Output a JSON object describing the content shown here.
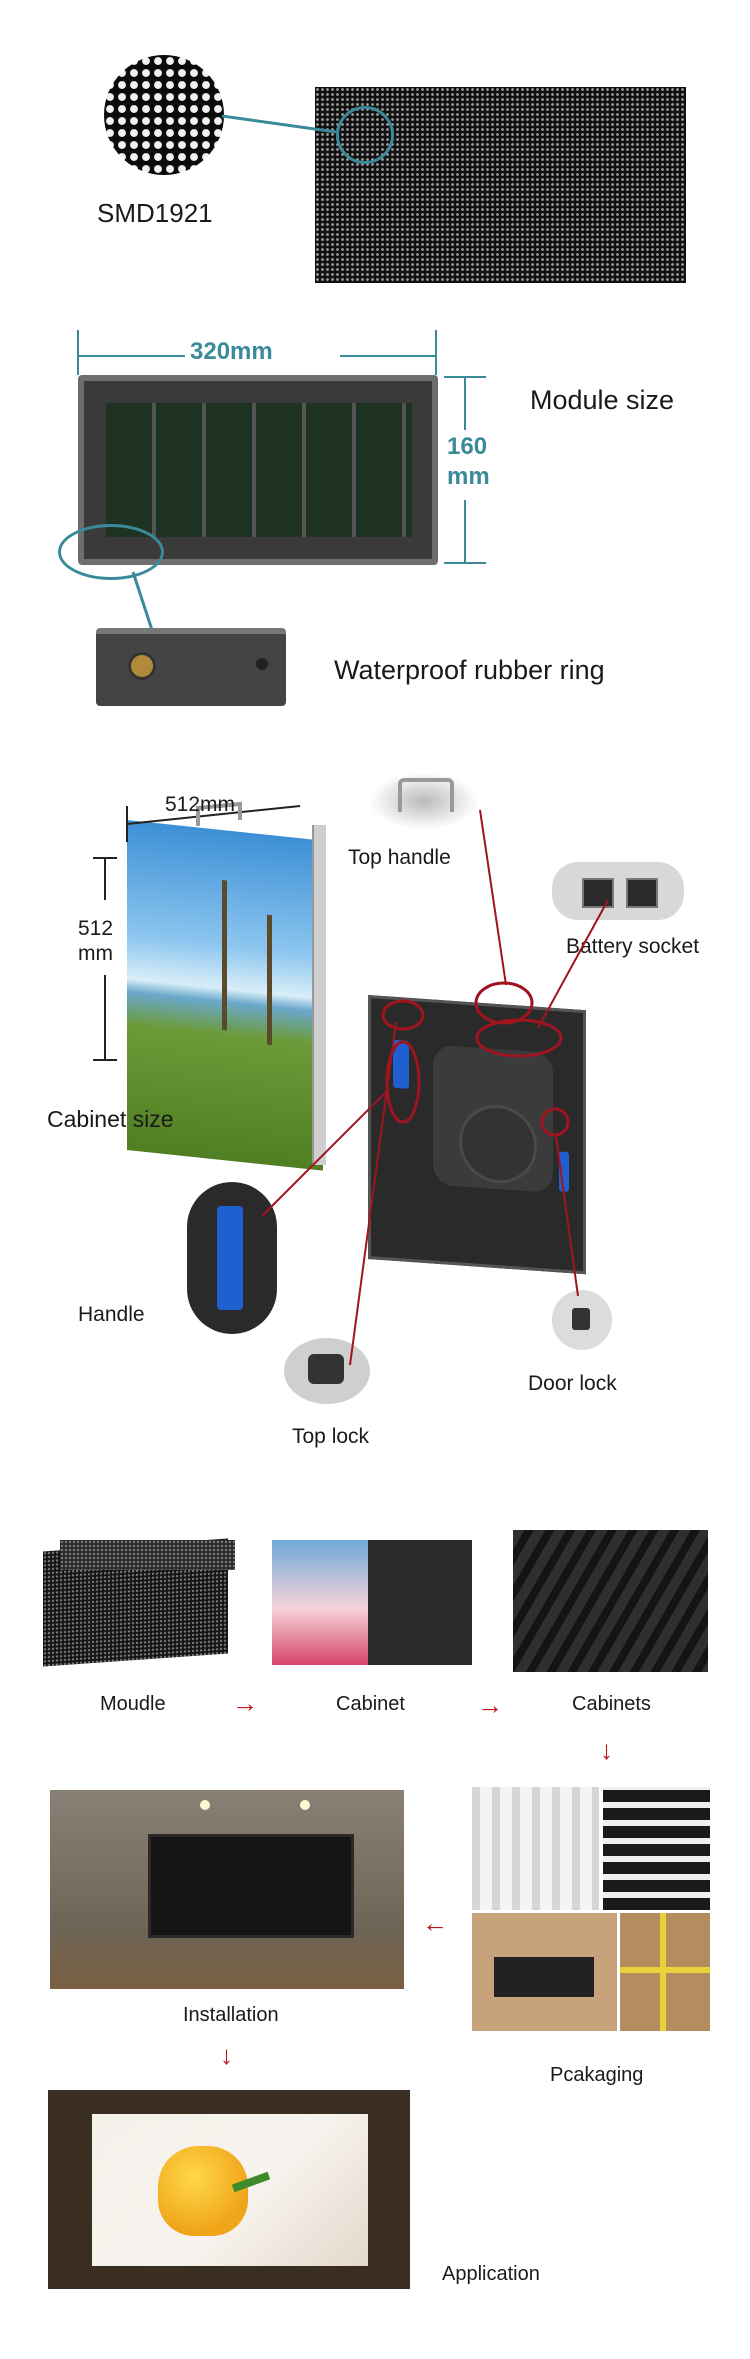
{
  "section1": {
    "chip_label": "SMD1921"
  },
  "section2": {
    "width_dim": "320mm",
    "height_dim_value": "160",
    "height_dim_unit": "mm",
    "module_label": "Module size",
    "ring_label": "Waterproof rubber ring"
  },
  "section3": {
    "width_dim": "512mm",
    "height_dim_value": "512",
    "height_dim_unit": "mm",
    "cabinet_label": "Cabinet size",
    "top_handle": "Top handle",
    "battery_socket": "Battery socket",
    "handle": "Handle",
    "door_lock": "Door lock",
    "top_lock": "Top lock"
  },
  "section4": {
    "moudle": "Moudle",
    "cabinet": "Cabinet",
    "cabinets": "Cabinets",
    "installation": "Installation",
    "packaging": "Pcakaging",
    "application": "Application"
  },
  "colors": {
    "accent_teal": "#3a8a9a",
    "arrow_red": "#c0141c",
    "callout_red": "#a01420"
  }
}
